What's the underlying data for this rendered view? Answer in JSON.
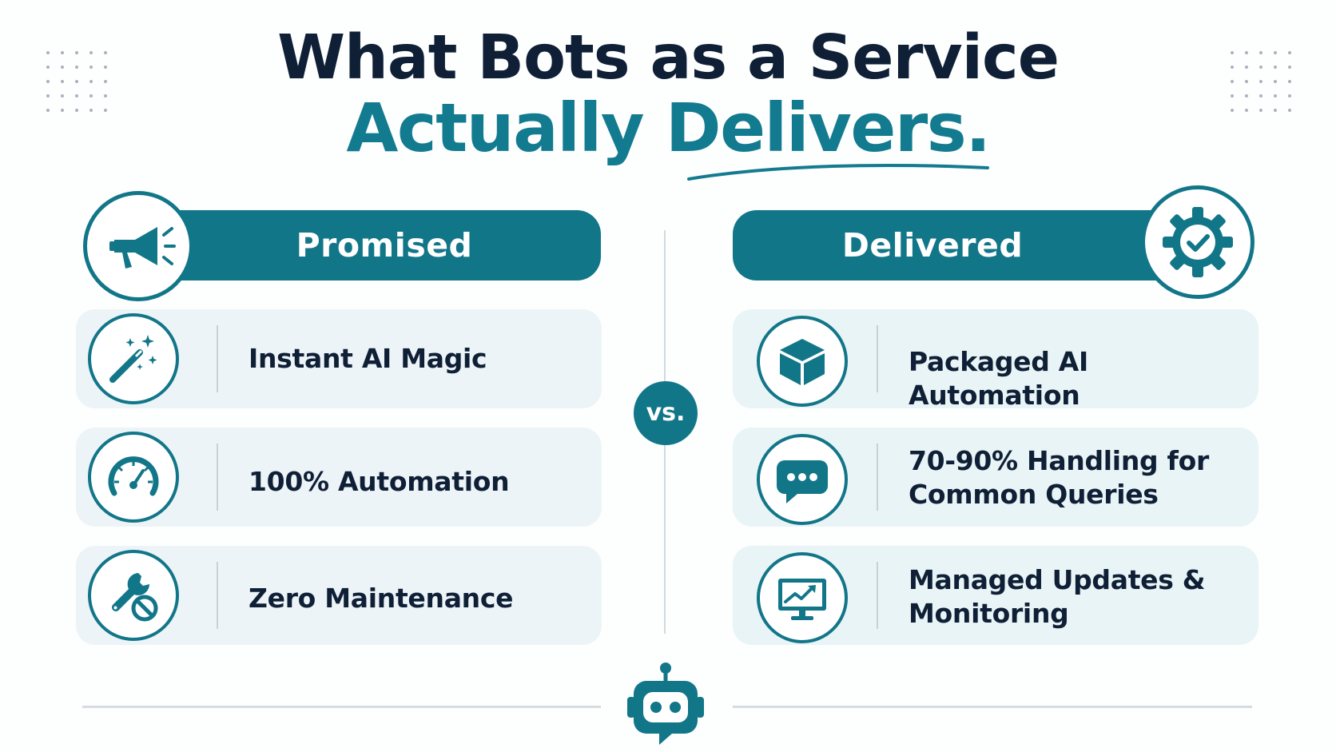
{
  "title": {
    "line1": "What Bots as a Service",
    "line2": "Actually Delivers."
  },
  "promised": {
    "header": "Promised",
    "header_icon": "megaphone-icon",
    "items": [
      {
        "label": "Instant AI Magic",
        "icon": "magic-wand-icon"
      },
      {
        "label": "100% Automation",
        "icon": "speedometer-icon"
      },
      {
        "label": "Zero Maintenance",
        "icon": "wrench-no-icon"
      }
    ]
  },
  "delivered": {
    "header": "Delivered",
    "header_icon": "gear-check-icon",
    "items": [
      {
        "line1": "Packaged AI Automation",
        "line2": "",
        "icon": "box-icon"
      },
      {
        "line1": "70-90% Handling for",
        "line2": "Common Queries",
        "icon": "chat-bubble-icon"
      },
      {
        "line1": "Managed Updates &",
        "line2": "Monitoring",
        "icon": "monitor-chart-icon"
      }
    ]
  },
  "vs_label": "vs.",
  "colors": {
    "accent": "#127689",
    "title_dark": "#0f1f36",
    "title_accent": "#137b90",
    "card_bg": "#edf4f8"
  },
  "footer_icon": "robot-icon"
}
